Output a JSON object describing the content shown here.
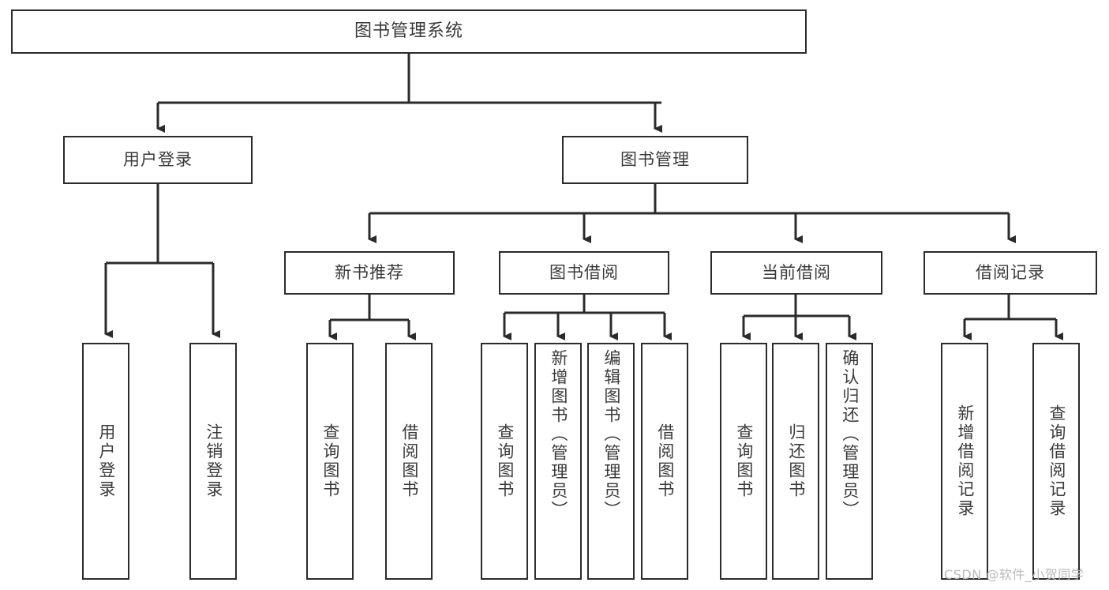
{
  "diagram": {
    "title": "图书管理系统",
    "watermark": "CSDN @软件_小贺同学",
    "colors": {
      "box_border": "#2b2b2b",
      "box_fill": "#ffffff",
      "connector": "#2b2b2b",
      "text": "#3a3a3a",
      "watermark": "#b9b9b9"
    },
    "levels": {
      "root": "图书管理系统",
      "level2": [
        "用户登录",
        "图书管理"
      ],
      "level3": [
        "新书推荐",
        "图书借阅",
        "当前借阅",
        "借阅记录"
      ]
    },
    "nodes": {
      "root": {
        "label": "图书管理系统"
      },
      "user_login": {
        "label": "用户登录"
      },
      "book_manage": {
        "label": "图书管理"
      },
      "new_book_rec": {
        "label": "新书推荐"
      },
      "book_borrow": {
        "label": "图书借阅"
      },
      "current_borrow": {
        "label": "当前借阅"
      },
      "borrow_record": {
        "label": "借阅记录"
      },
      "leaf_user_login": {
        "label": "用户登录"
      },
      "leaf_user_logout": {
        "label": "注销登录"
      },
      "leaf_query_book_1": {
        "label": "查询图书"
      },
      "leaf_borrow_book_1": {
        "label": "借阅图书"
      },
      "leaf_query_book_2": {
        "label": "查询图书"
      },
      "leaf_add_book": {
        "label": "新增图书（管理员）"
      },
      "leaf_edit_book": {
        "label": "编辑图书（管理员）"
      },
      "leaf_borrow_book_2": {
        "label": "借阅图书"
      },
      "leaf_query_book_3": {
        "label": "查询图书"
      },
      "leaf_return_book": {
        "label": "归还图书"
      },
      "leaf_confirm_return": {
        "label": "确认归还（管理员）"
      },
      "leaf_add_record": {
        "label": "新增借阅记录"
      },
      "leaf_query_record": {
        "label": "查询借阅记录"
      }
    },
    "tree": {
      "图书管理系统": {
        "用户登录": [
          "用户登录",
          "注销登录"
        ],
        "图书管理": {
          "新书推荐": [
            "查询图书",
            "借阅图书"
          ],
          "图书借阅": [
            "查询图书",
            "新增图书（管理员）",
            "编辑图书（管理员）",
            "借阅图书"
          ],
          "当前借阅": [
            "查询图书",
            "归还图书",
            "确认归还（管理员）"
          ],
          "借阅记录": [
            "新增借阅记录",
            "查询借阅记录"
          ]
        }
      }
    }
  }
}
